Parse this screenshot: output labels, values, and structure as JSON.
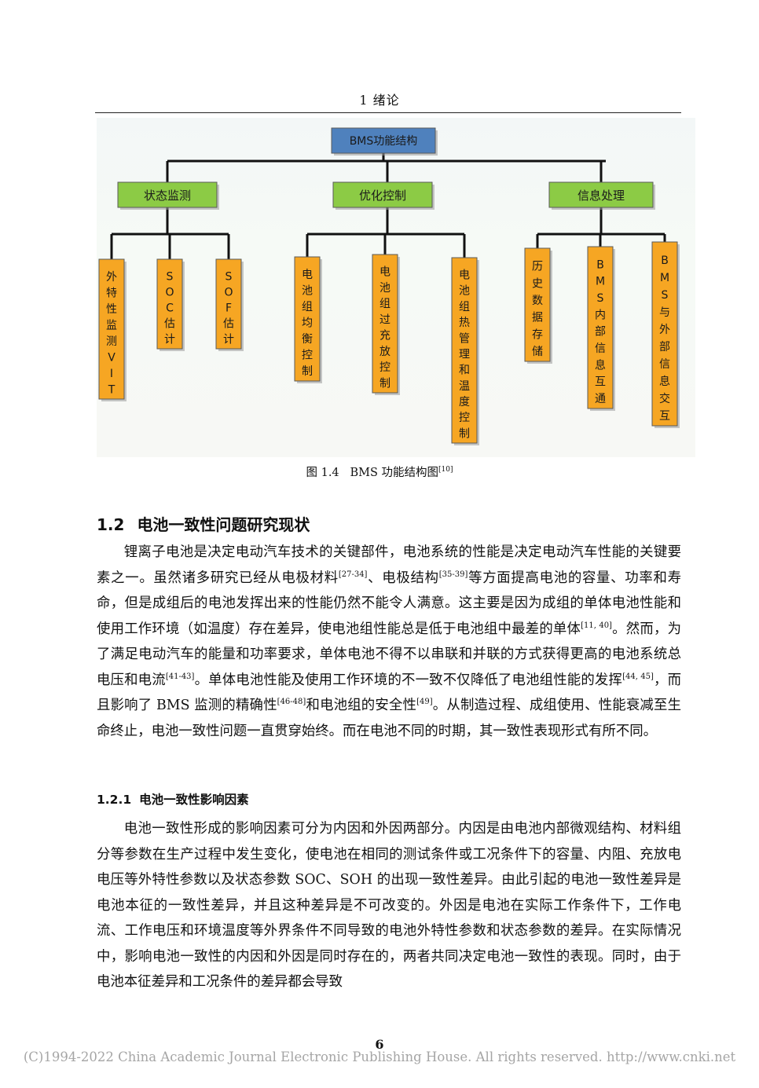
{
  "running_head": "1  绪论",
  "figure": {
    "root": "BMS功能结构",
    "groups": [
      {
        "label": "状态监测",
        "items": [
          "外特性监测VIT",
          "SOC估计",
          "SOF估计"
        ]
      },
      {
        "label": "优化控制",
        "items": [
          "电池组均衡控制",
          "电池组过充放控制",
          "电池组热管理和温度控制"
        ]
      },
      {
        "label": "信息处理",
        "items": [
          "历史数据存储",
          "BMS内部信息互通",
          "BMS与外部信息交互"
        ]
      }
    ],
    "colors": {
      "root_fill": "#4f81bd",
      "group_fill": "#8ccb45",
      "leaf_fill": "#f6a623",
      "connector": "#111111"
    }
  },
  "caption": {
    "prefix": "图 1.4",
    "text": "BMS 功能结构图",
    "ref": "[10]"
  },
  "section": {
    "number": "1.2",
    "title": "电池一致性问题研究现状"
  },
  "para1": {
    "t1": "锂离子电池是决定电动汽车技术的关键部件，电池系统的性能是决定电动汽车性能的关键要素之一。虽然诸多研究已经从电极材料",
    "r1": "[27-34]",
    "t2": "、电极结构",
    "r2": "[35-39]",
    "t3": "等方面提高电池的容量、功率和寿命，但是成组后的电池发挥出来的性能仍然不能令人满意。这主要是因为成组的单体电池性能和使用工作环境（如温度）存在差异，使电池组性能总是低于电池组中最差的单体",
    "r3": "[11, 40]",
    "t4": "。然而，为了满足电动汽车的能量和功率要求，单体电池不得不以串联和并联的方式获得更高的电池系统总电压和电流",
    "r4": "[41-43]",
    "t5": "。单体电池性能及使用工作环境的不一致不仅降低了电池组性能的发挥",
    "r5": "[44, 45]",
    "t6": "，而且影响了 BMS 监测的精确性",
    "r6": "[46-48]",
    "t7": "和电池组的安全性",
    "r7": "[49]",
    "t8": "。从制造过程、成组使用、性能衰减至生命终止，电池一致性问题一直贯穿始终。而在电池不同的时期，其一致性表现形式有所不同。"
  },
  "subsection": {
    "number": "1.2.1",
    "title": "电池一致性影响因素"
  },
  "para2": "电池一致性形成的影响因素可分为内因和外因两部分。内因是由电池内部微观结构、材料组分等参数在生产过程中发生变化，使电池在相同的测试条件或工况条件下的容量、内阻、充放电电压等外特性参数以及状态参数 SOC、SOH 的出现一致性差异。由此引起的电池一致性差异是电池本征的一致性差异，并且这种差异是不可改变的。外因是电池在实际工作条件下，工作电流、工作电压和环境温度等外界条件不同导致的电池外特性参数和状态参数的差异。在实际情况中，影响电池一致性的内因和外因是同时存在的，两者共同决定电池一致性的表现。同时，由于电池本征差异和工况条件的差异都会导致",
  "page_number": "6",
  "copyright": "(C)1994-2022 China Academic Journal Electronic Publishing House. All rights reserved.    http://www.cnki.net"
}
